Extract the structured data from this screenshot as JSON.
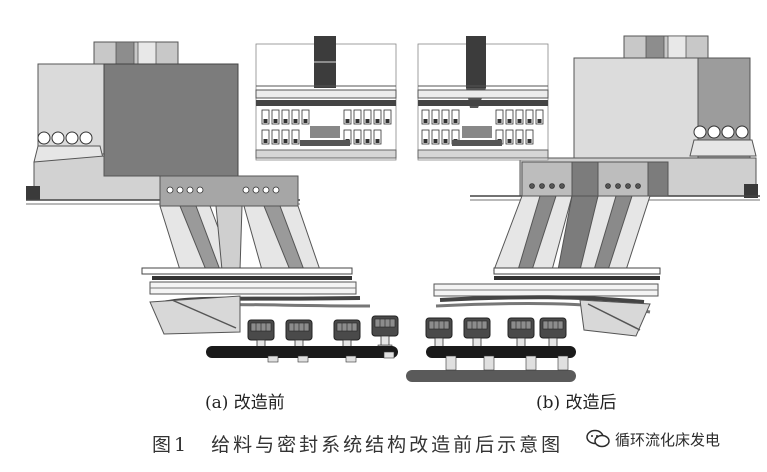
{
  "figure": {
    "caption": "图1　给料与密封系统结构改造前后示意图",
    "panel_a_label": "(a) 改造前",
    "panel_b_label": "(b) 改造后"
  },
  "watermark": {
    "text": "循环流化床发电",
    "icon": "chat-bubble-icon"
  },
  "colors": {
    "dark_body": "#7a7a7a",
    "light_body": "#dcdcdc",
    "medium": "#a8a8a8",
    "dark_block": "#3c3c3c",
    "pipe_black": "#1a1a1a",
    "outline": "#555555"
  }
}
